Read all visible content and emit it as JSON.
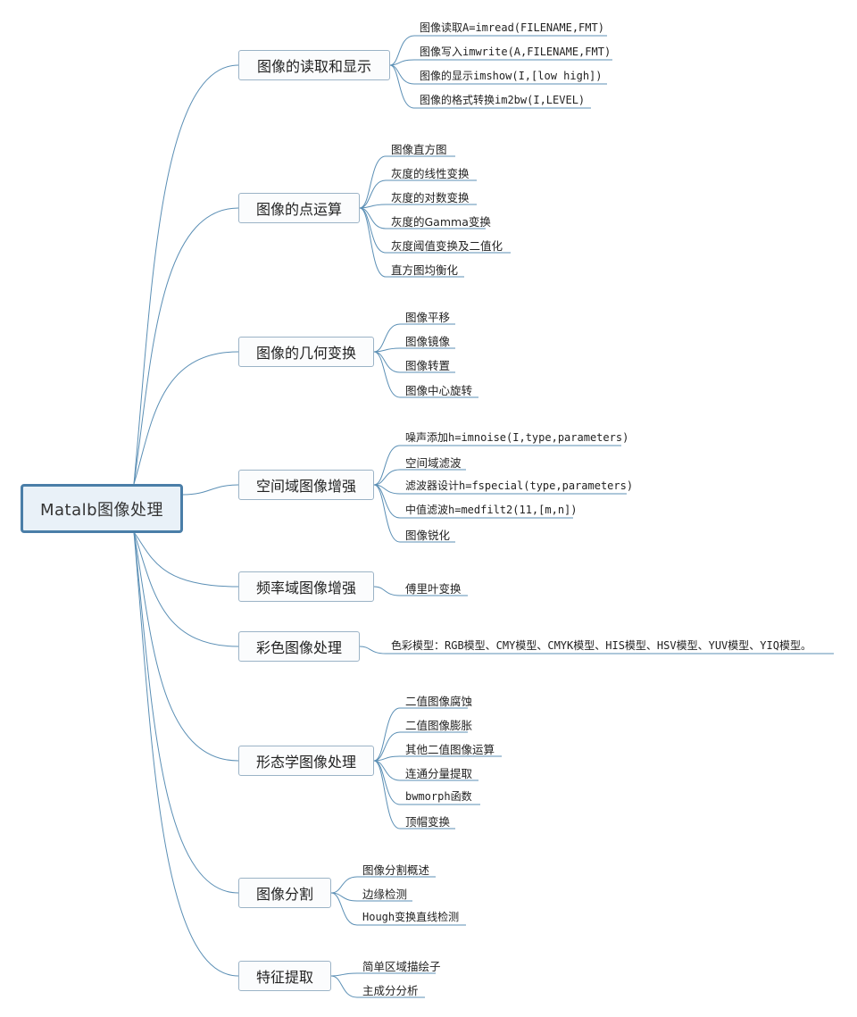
{
  "root": {
    "label": "Matalb图像处理"
  },
  "branches": [
    {
      "label": "图像的读取和显示",
      "children": [
        "图像读取A=imread(FILENAME,FMT)",
        "图像写入imwrite(A,FILENAME,FMT)",
        "图像的显示imshow(I,[low high])",
        "图像的格式转换im2bw(I,LEVEL)"
      ]
    },
    {
      "label": "图像的点运算",
      "children": [
        "图像直方图",
        "灰度的线性变换",
        "灰度的对数变换",
        "灰度的Gamma变换",
        "灰度阈值变换及二值化",
        "直方图均衡化"
      ]
    },
    {
      "label": "图像的几何变换",
      "children": [
        "图像平移",
        "图像镜像",
        "图像转置",
        "图像中心旋转"
      ]
    },
    {
      "label": "空间域图像增强",
      "children": [
        "噪声添加h=imnoise(I,type,parameters)",
        "空间域滤波",
        "滤波器设计h=fspecial(type,parameters)",
        "中值滤波h=medfilt2(11,[m,n])",
        "图像锐化"
      ]
    },
    {
      "label": "频率域图像增强",
      "children": [
        "傅里叶变换"
      ]
    },
    {
      "label": "彩色图像处理",
      "children": [
        "色彩模型：RGB模型、CMY模型、CMYK模型、HIS模型、HSV模型、YUV模型、YIQ模型。"
      ]
    },
    {
      "label": "形态学图像处理",
      "children": [
        "二值图像腐蚀",
        "二值图像膨胀",
        "其他二值图像运算",
        "连通分量提取",
        "bwmorph函数",
        "顶帽变换"
      ]
    },
    {
      "label": "图像分割",
      "children": [
        "图像分割概述",
        "边缘检测",
        "Hough变换直线检测"
      ]
    },
    {
      "label": "特征提取",
      "children": [
        "简单区域描绘子",
        "主成分分析"
      ]
    }
  ],
  "colors": {
    "line": "#5b8fb5",
    "root_border": "#4a7ea8",
    "root_fill": "#e9f1f8"
  }
}
